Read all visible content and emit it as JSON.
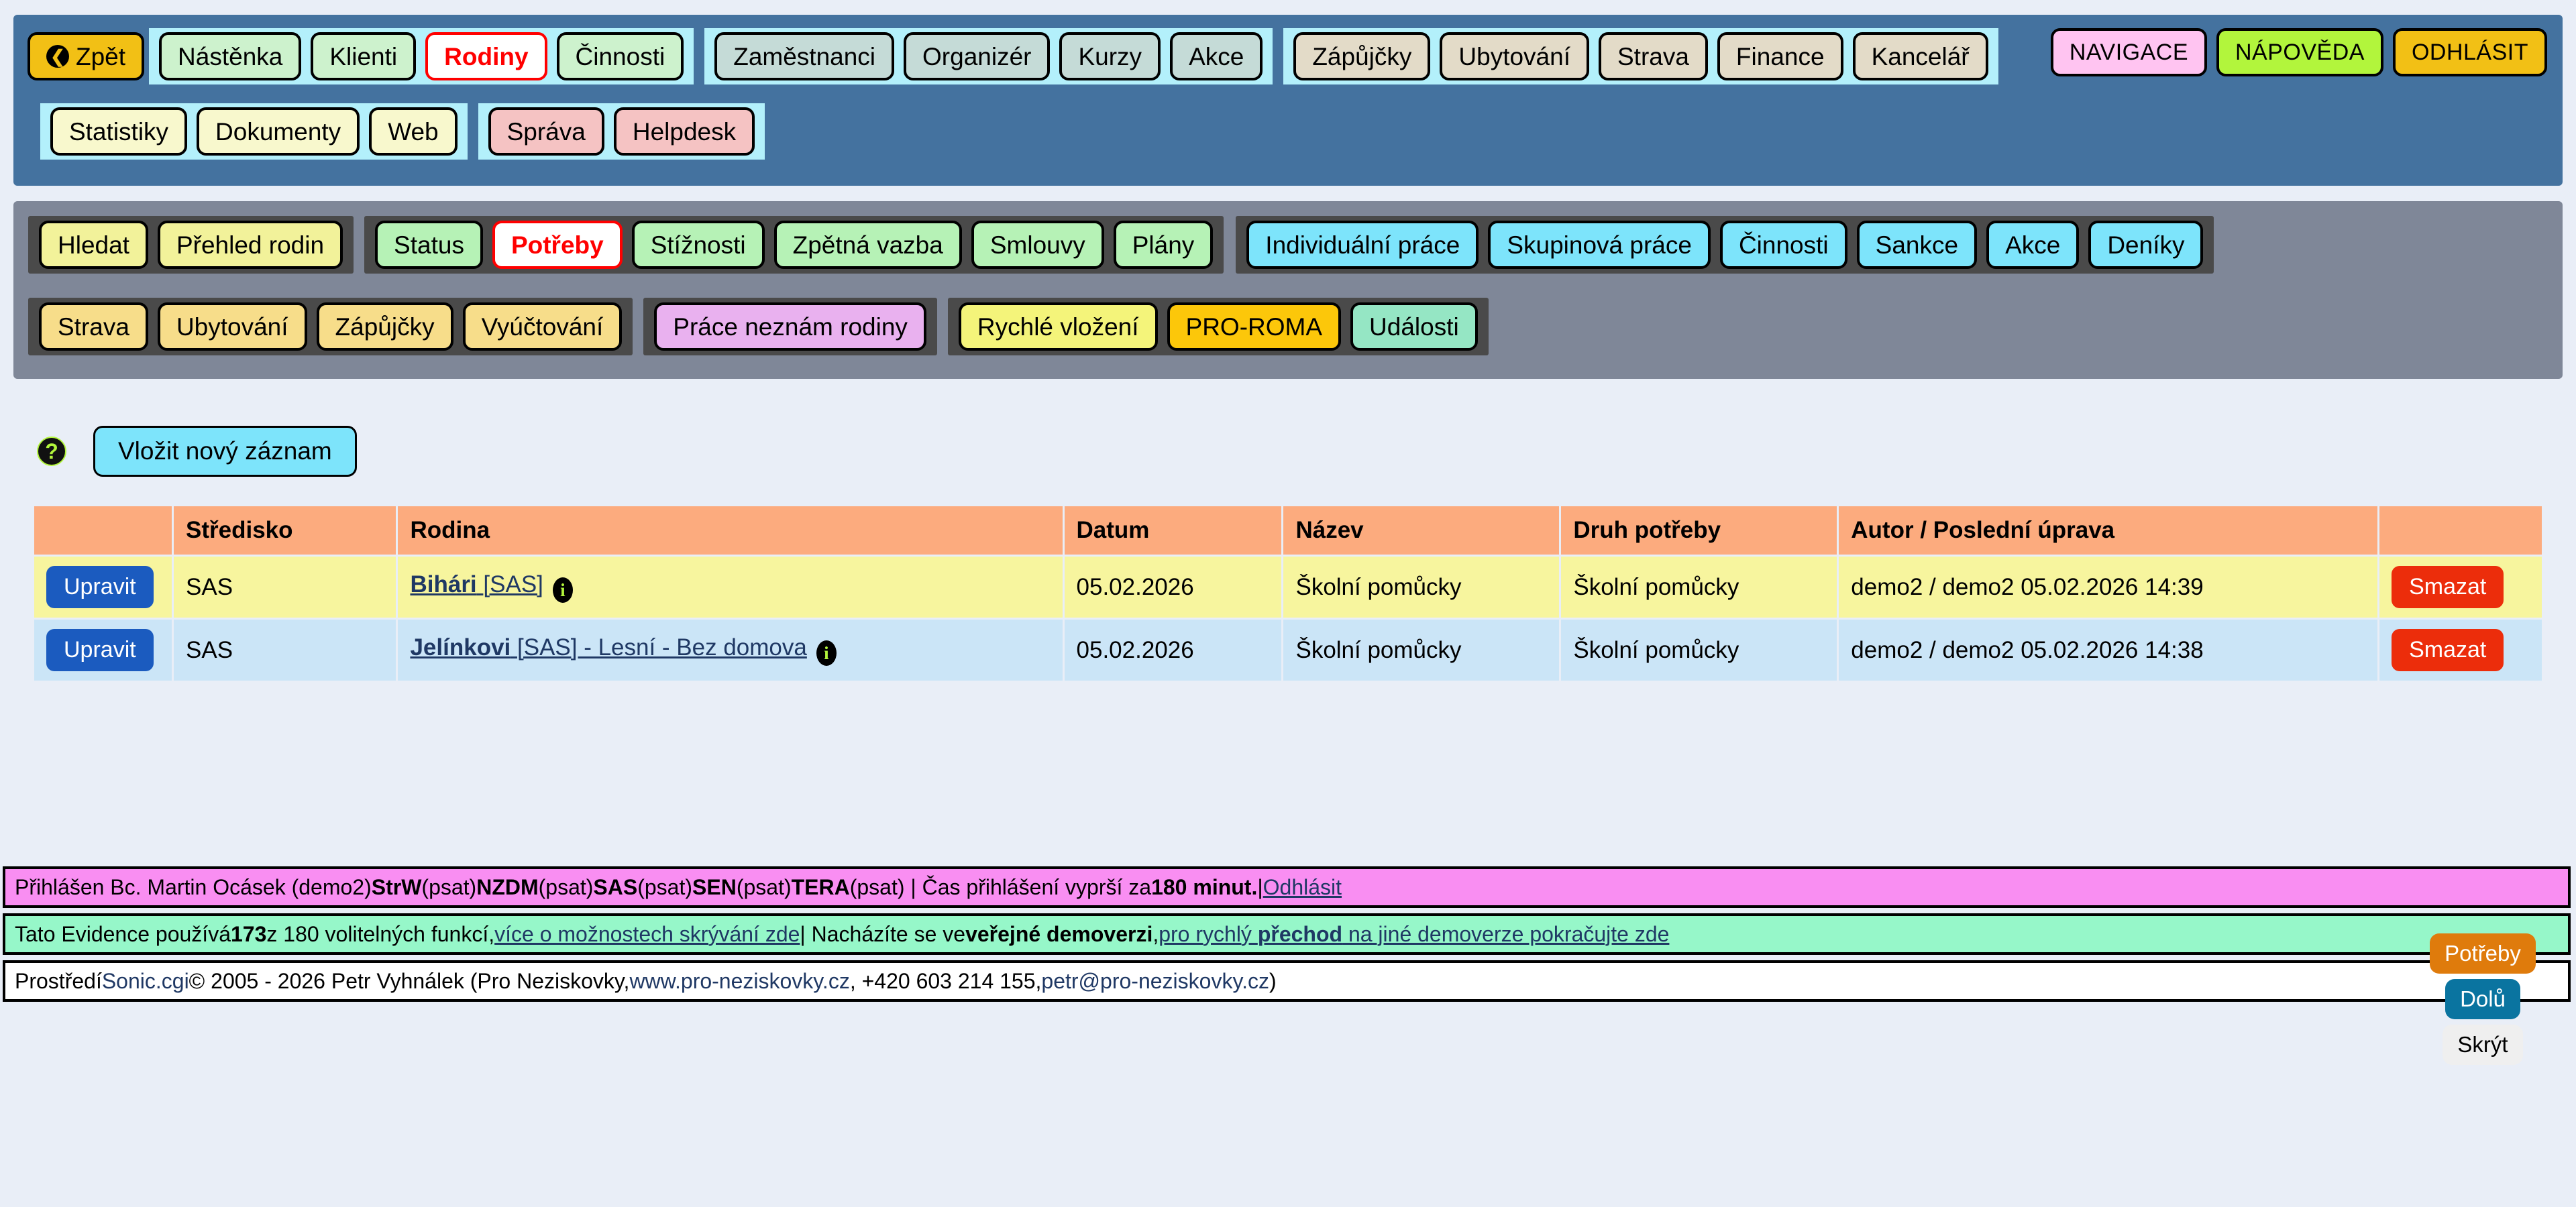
{
  "header": {
    "back_label": "Zpět",
    "back_icon": "back-arrow-icon",
    "group1": [
      {
        "label": "Nástěnka"
      },
      {
        "label": "Klienti"
      },
      {
        "label": "Rodiny",
        "active": true
      },
      {
        "label": "Činnosti"
      }
    ],
    "group2": [
      {
        "label": "Zaměstnanci"
      },
      {
        "label": "Organizér"
      },
      {
        "label": "Kurzy"
      },
      {
        "label": "Akce"
      }
    ],
    "group3": [
      {
        "label": "Zápůjčky"
      },
      {
        "label": "Ubytování"
      },
      {
        "label": "Strava"
      },
      {
        "label": "Finance"
      },
      {
        "label": "Kancelář"
      }
    ],
    "row2_group1": [
      {
        "label": "Statistiky"
      },
      {
        "label": "Dokumenty"
      },
      {
        "label": "Web"
      }
    ],
    "row2_group2": [
      {
        "label": "Správa"
      },
      {
        "label": "Helpdesk"
      }
    ],
    "right": [
      {
        "label": "NAVIGACE"
      },
      {
        "label": "NÁPOVĚDA"
      },
      {
        "label": "ODHLÁSIT"
      }
    ]
  },
  "subnav": {
    "row1_yellow": [
      {
        "label": "Hledat"
      },
      {
        "label": "Přehled rodin"
      }
    ],
    "row1_green": [
      {
        "label": "Status"
      },
      {
        "label": "Potřeby",
        "active": true
      },
      {
        "label": "Stížnosti"
      },
      {
        "label": "Zpětná vazba"
      },
      {
        "label": "Smlouvy"
      },
      {
        "label": "Plány"
      }
    ],
    "row1_cyan": [
      {
        "label": "Individuální práce"
      },
      {
        "label": "Skupinová práce"
      },
      {
        "label": "Činnosti"
      },
      {
        "label": "Sankce"
      },
      {
        "label": "Akce"
      },
      {
        "label": "Deníky"
      }
    ],
    "row2_amber": [
      {
        "label": "Strava"
      },
      {
        "label": "Ubytování"
      },
      {
        "label": "Zápůjčky"
      },
      {
        "label": "Vyúčtování"
      }
    ],
    "row2_violet": [
      {
        "label": "Práce neznám rodiny"
      }
    ],
    "row2_mixed": [
      {
        "label": "Rychlé vložení",
        "style": "yellow"
      },
      {
        "label": "PRO-ROMA",
        "style": "gold"
      },
      {
        "label": "Události",
        "style": "mint"
      }
    ]
  },
  "content": {
    "help_icon": "question-mark-icon",
    "insert_label": "Vložit nový záznam",
    "columns": [
      "",
      "Středisko",
      "Rodina",
      "Datum",
      "Název",
      "Druh potřeby",
      "Autor / Poslední úprava",
      ""
    ],
    "edit_label": "Upravit",
    "delete_label": "Smazat",
    "info_icon": "info-icon",
    "rows": [
      {
        "stredisko": "SAS",
        "rodina_bold": "Bihári",
        "rodina_rest": "[SAS]",
        "datum": "05.02.2026",
        "nazev": "Školní pomůcky",
        "druh": "Školní pomůcky",
        "autor": "demo2 / demo2 05.02.2026 14:39"
      },
      {
        "stredisko": "SAS",
        "rodina_bold": "Jelínkovi",
        "rodina_rest": "[SAS] - Lesní - Bez domova",
        "datum": "05.02.2026",
        "nazev": "Školní pomůcky",
        "druh": "Školní pomůcky",
        "autor": "demo2 / demo2 05.02.2026 14:38"
      }
    ]
  },
  "footer": {
    "bar1": {
      "prefix": "Přihlášen Bc. Martin Ocásek (demo2) ",
      "strw": "StrW",
      "strw_suffix": " (psat) ",
      "nzdm": "NZDM",
      "nzdm_suffix": " (psat) ",
      "sas": "SAS",
      "sas_suffix": " (psat) ",
      "sen": "SEN",
      "sen_suffix": " (psat) ",
      "tera": "TERA",
      "tera_suffix": " (psat)  |  Čas přihlášení vyprší za ",
      "minutes": "180 minut.",
      "sep": "  |  ",
      "logout_link": "Odhlásit"
    },
    "bar2": {
      "p1": "Tato Evidence používá ",
      "count": "173",
      "p2": " z 180 volitelných funkcí, ",
      "link1": "více o možnostech skrývání zde",
      "p3": "  |  Nacházíte se ve ",
      "bold1": "veřejné demoverzi",
      "p4": ", ",
      "link2a": "pro rychlý ",
      "link2b": "přechod",
      "link2c": " na jiné demoverze pokračujte zde"
    },
    "bar3": {
      "p1": "Prostředí ",
      "sonic": "Sonic.cgi",
      "p2": " © 2005 - 2026 Petr Vyhnálek (Pro Neziskovky, ",
      "web": "www.pro-neziskovky.cz",
      "p3": ", +420 603 214 155, ",
      "mail": "petr@pro-neziskovky.cz",
      "p4": ")"
    },
    "floats": [
      {
        "label": "Potřeby",
        "style": "orange"
      },
      {
        "label": "Dolů",
        "style": "blue"
      },
      {
        "label": "Skrýt",
        "style": "gray"
      }
    ]
  }
}
